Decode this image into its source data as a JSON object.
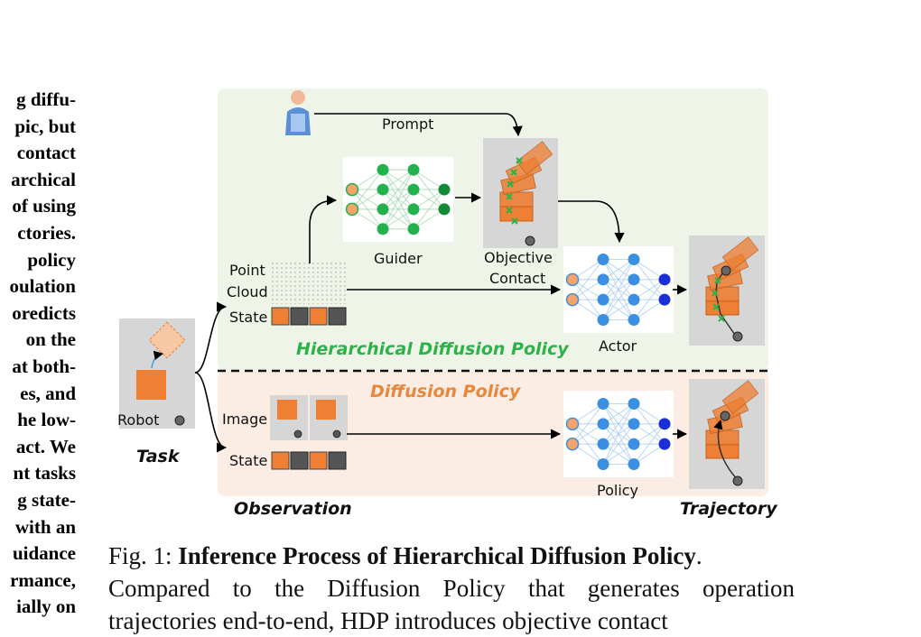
{
  "left_column": [
    "g diffu-",
    "pic, but",
    "contact",
    "archical",
    "of using",
    "ctories.",
    "policy",
    "oulation",
    "oredicts",
    "on the",
    "at both-",
    "es, and",
    "he low-",
    "act. We",
    "nt tasks",
    "g state-",
    "with an",
    "uidance",
    "rmance,",
    "ially on"
  ],
  "figure": {
    "prompt": "Prompt",
    "guider": "Guider",
    "objective_contact_1": "Objective",
    "objective_contact_2": "Contact",
    "point_cloud_1": "Point",
    "point_cloud_2": "Cloud",
    "state_top": "State",
    "actor": "Actor",
    "hdp_title": "Hierarchical Diffusion Policy",
    "dp_title": "Diffusion Policy",
    "image": "Image",
    "state_bottom": "State",
    "policy": "Policy",
    "robot": "Robot",
    "task": "Task",
    "observation": "Observation",
    "trajectory": "Trajectory",
    "colors": {
      "hdp_bg": "#eef5e8",
      "dp_bg": "#fbece4",
      "green_node": "#22b14c",
      "blue_node": "#3b8fe3",
      "dark_blue_node": "#1a2fd6",
      "orange": "#ee7f33",
      "hdp_text": "#2db24a",
      "dp_text": "#e8873a"
    }
  },
  "caption": {
    "prefix": "Fig. 1: ",
    "bold": "Inference Process of Hierarchical Diffusion Policy",
    "period": ".",
    "line2": "Compared to the Diffusion Policy that generates operation",
    "line3": "trajectories end-to-end, HDP introduces objective contact"
  }
}
